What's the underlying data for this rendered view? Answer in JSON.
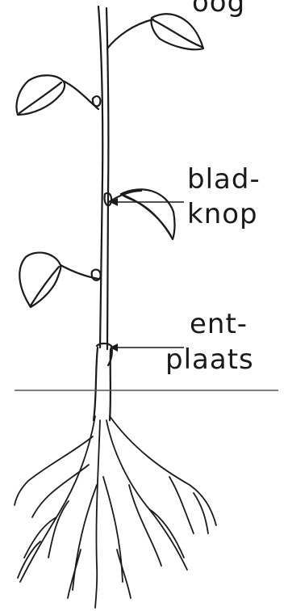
{
  "labels": {
    "top_cut": "oog",
    "blad_line1": "blad-",
    "blad_line2": "knop",
    "ent_line1": "ent-",
    "ent_line2": "plaats"
  },
  "colors": {
    "ink": "#1a1a1a",
    "ground_line": "#555555",
    "background": "#ffffff"
  }
}
